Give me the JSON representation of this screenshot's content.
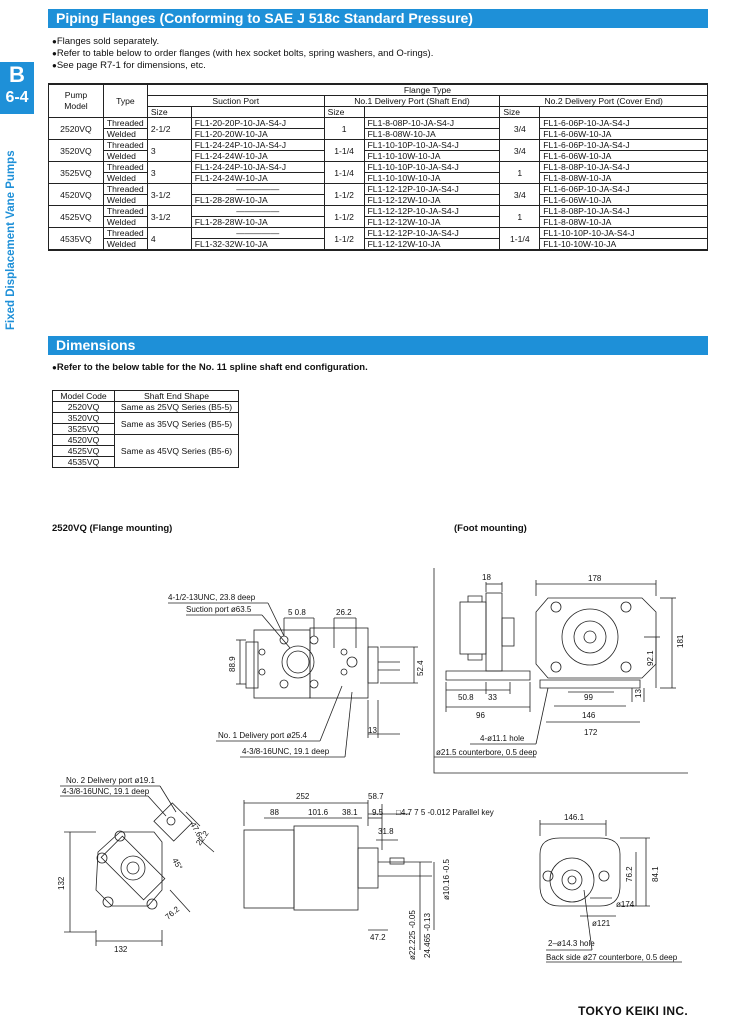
{
  "side": {
    "letter": "B",
    "section": "6-4",
    "vertical_label": "Fixed Displacement Vane Pumps"
  },
  "piping": {
    "title": "Piping Flanges (Conforming to SAE J 518c Standard Pressure)",
    "notes": [
      "Flanges sold separately.",
      "Refer to table below to order flanges (with hex socket bolts, spring washers, and O-rings).",
      "See page R7-1 for dimensions, etc."
    ],
    "headers": {
      "pump_model": "Pump Model",
      "type": "Type",
      "flange_type": "Flange Type",
      "suction": "Suction Port",
      "no1": "No.1 Delivery Port (Shaft End)",
      "no2": "No.2 Delivery Port (Cover End)",
      "size": "Size"
    },
    "rows": [
      {
        "model": "2520VQ",
        "t1": "Threaded",
        "t2": "Welded",
        "s_size": "2-1/2",
        "s1": "FL1-20-20P-10-JA-S4-J",
        "s2": "FL1-20-20W-10-JA",
        "d1_size": "1",
        "d1a": "FL1-8-08P-10-JA-S4-J",
        "d1b": "FL1-8-08W-10-JA",
        "d2_size": "3/4",
        "d2a": "FL1-6-06P-10-JA-S4-J",
        "d2b": "FL1-6-06W-10-JA"
      },
      {
        "model": "3520VQ",
        "t1": "Threaded",
        "t2": "Welded",
        "s_size": "3",
        "s1": "FL1-24-24P-10-JA-S4-J",
        "s2": "FL1-24-24W-10-JA",
        "d1_size": "1-1/4",
        "d1a": "FL1-10-10P-10-JA-S4-J",
        "d1b": "FL1-10-10W-10-JA",
        "d2_size": "3/4",
        "d2a": "FL1-6-06P-10-JA-S4-J",
        "d2b": "FL1-6-06W-10-JA"
      },
      {
        "model": "3525VQ",
        "t1": "Threaded",
        "t2": "Welded",
        "s_size": "3",
        "s1": "FL1-24-24P-10-JA-S4-J",
        "s2": "FL1-24-24W-10-JA",
        "d1_size": "1-1/4",
        "d1a": "FL1-10-10P-10-JA-S4-J",
        "d1b": "FL1-10-10W-10-JA",
        "d2_size": "1",
        "d2a": "FL1-8-08P-10-JA-S4-J",
        "d2b": "FL1-8-08W-10-JA"
      },
      {
        "model": "4520VQ",
        "t1": "Threaded",
        "t2": "Welded",
        "s_size": "3-1/2",
        "s1": "—————",
        "s2": "FL1-28-28W-10-JA",
        "d1_size": "1-1/2",
        "d1a": "FL1-12-12P-10-JA-S4-J",
        "d1b": "FL1-12-12W-10-JA",
        "d2_size": "3/4",
        "d2a": "FL1-6-06P-10-JA-S4-J",
        "d2b": "FL1-6-06W-10-JA"
      },
      {
        "model": "4525VQ",
        "t1": "Threaded",
        "t2": "Welded",
        "s_size": "3-1/2",
        "s1": "—————",
        "s2": "FL1-28-28W-10-JA",
        "d1_size": "1-1/2",
        "d1a": "FL1-12-12P-10-JA-S4-J",
        "d1b": "FL1-12-12W-10-JA",
        "d2_size": "1",
        "d2a": "FL1-8-08P-10-JA-S4-J",
        "d2b": "FL1-8-08W-10-JA"
      },
      {
        "model": "4535VQ",
        "t1": "Threaded",
        "t2": "Welded",
        "s_size": "4",
        "s1": "—————",
        "s2": "FL1-32-32W-10-JA",
        "d1_size": "1-1/2",
        "d1a": "FL1-12-12P-10-JA-S4-J",
        "d1b": "FL1-12-12W-10-JA",
        "d2_size": "1-1/4",
        "d2a": "FL1-10-10P-10-JA-S4-J",
        "d2b": "FL1-10-10W-10-JA"
      }
    ]
  },
  "dimensions": {
    "title": "Dimensions",
    "note": "Refer to the below table for the No. 11 spline shaft end configuration.",
    "shaft_headers": {
      "model": "Model Code",
      "shape": "Shaft End Shape"
    },
    "shaft_groups": [
      {
        "models": [
          "2520VQ"
        ],
        "shape": "Same as 25VQ Series (B5-5)"
      },
      {
        "models": [
          "3520VQ",
          "3525VQ"
        ],
        "shape": "Same as 35VQ Series (B5-5)"
      },
      {
        "models": [
          "4520VQ",
          "4525VQ",
          "4535VQ"
        ],
        "shape": "Same as 45VQ Series (B5-6)"
      }
    ],
    "fig_flange": "2520VQ (Flange mounting)",
    "fig_foot": "(Foot mounting)",
    "labels": {
      "bolt_suction": "4-1/2-13UNC, 23.8 deep",
      "suction_port": "Suction port ø63.5",
      "d508": "5 0.8",
      "d262": "26.2",
      "d889": "88.9",
      "d524": "52.4",
      "d13": "13",
      "no1_port": "No. 1 Delivery port ø25.4",
      "bolt_no1": "4-3/8-16UNC, 19.1 deep",
      "no2_port": "No. 2 Delivery port ø19.1",
      "bolt_no2": "4-3/8-16UNC, 19.1 deep",
      "d476": "47.6",
      "d222": "22.2",
      "d45": "45°",
      "d762": "76.2",
      "d132v": "132",
      "d132h": "132",
      "d252": "252",
      "d587": "58.7",
      "d88": "88",
      "d1016": "101.6",
      "d381": "38.1",
      "d95": "9.5",
      "d318": "31.8",
      "key": "□4.7 7 5 -0.012  Parallel key",
      "d1016b": "ø10.16 -0.5",
      "d2222": "ø22.225 -0.05",
      "d24465": "24.465 -0.13",
      "d472": "47.2",
      "d1461": "146.1",
      "d762b": "76.2",
      "d841": "84.1",
      "d174": "ø174",
      "d121": "ø121",
      "hole_back": "2–ø14.3 hole",
      "cbore_back": "Back side ø27 counterbore, 0.5 deep",
      "f18": "18",
      "f178": "178",
      "f181": "181",
      "f921": "92.1",
      "f13": "13",
      "f508": "50.8",
      "f33": "33",
      "f99": "99",
      "f96": "96",
      "f146": "146",
      "f172": "172",
      "f_hole": "4-ø11.1 hole",
      "f_cbore": "ø21.5 counterbore, 0.5 deep"
    }
  },
  "footer": "TOKYO KEIKI INC."
}
